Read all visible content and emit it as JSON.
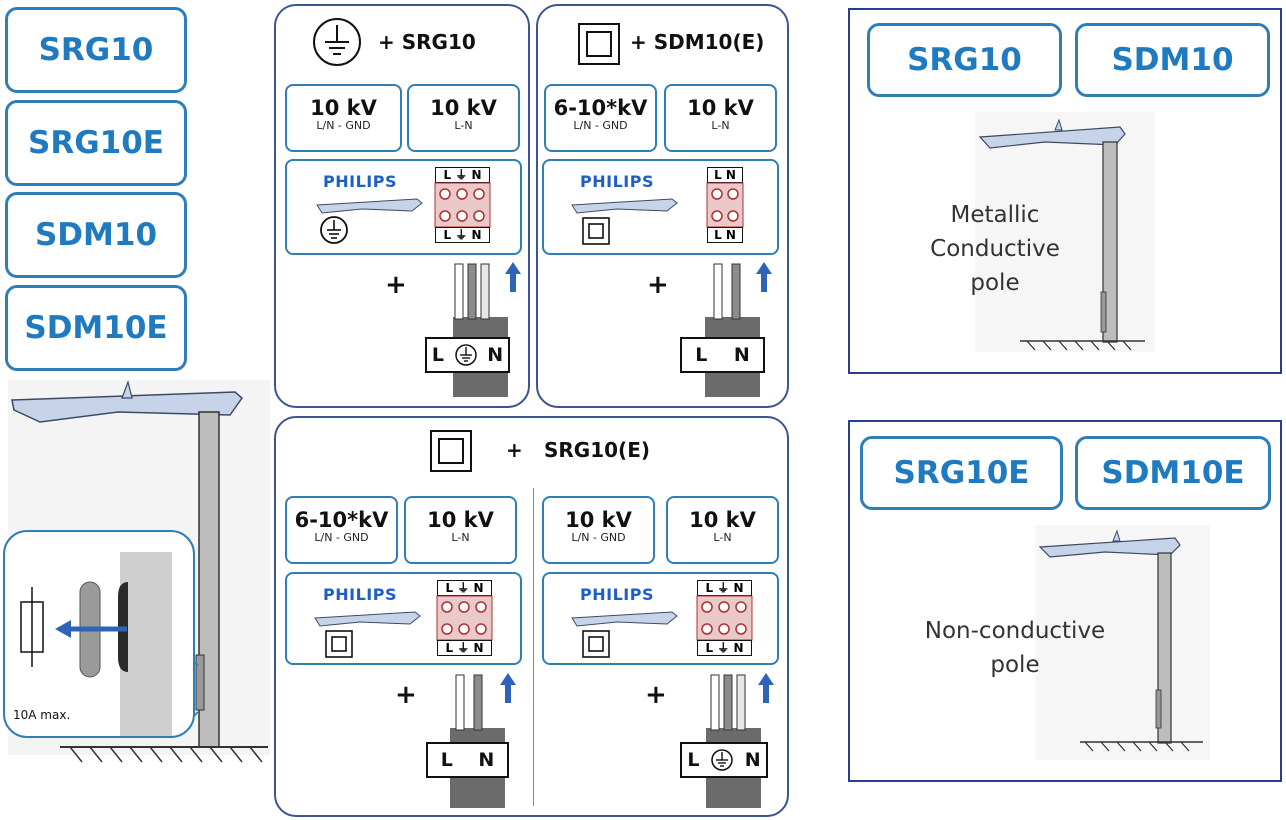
{
  "left_models": [
    "SRG10",
    "SRG10E",
    "SDM10",
    "SDM10E"
  ],
  "fuse_label": "10A max.",
  "panel_a": {
    "title": "+ SRG10",
    "kv1": "10 kV",
    "kv1_sub": "L/N - GND",
    "kv2": "10 kV",
    "kv2_sub": "L-N",
    "brand": "PHILIPS",
    "plus": "+",
    "terminal_top": "L ⏚ N",
    "terminal_bottom": "L ⏚ N",
    "cable": [
      "L",
      "N"
    ]
  },
  "panel_b": {
    "title": "+ SDM10(E)",
    "kv1": "6-10*kV",
    "kv1_sub": "L/N - GND",
    "kv2": "10 kV",
    "kv2_sub": "L-N",
    "brand": "PHILIPS",
    "plus": "+",
    "terminal_top": "L N",
    "terminal_bottom": "L N",
    "cable": [
      "L",
      "N"
    ]
  },
  "panel_c": {
    "title": "SRG10(E)",
    "plus_title": "+",
    "left": {
      "kv1": "6-10*kV",
      "kv1_sub": "L/N - GND",
      "kv2": "10 kV",
      "kv2_sub": "L-N",
      "brand": "PHILIPS",
      "plus": "+",
      "terminal_top": "L ⏚ N",
      "terminal_bottom": "L ⏚ N",
      "cable": [
        "L",
        "N"
      ]
    },
    "right": {
      "kv1": "10 kV",
      "kv1_sub": "L/N - GND",
      "kv2": "10 kV",
      "kv2_sub": "L-N",
      "brand": "PHILIPS",
      "plus": "+",
      "terminal_top": "L ⏚ N",
      "terminal_bottom": "L ⏚ N",
      "cable": [
        "L",
        "N"
      ]
    }
  },
  "right_top": {
    "models": [
      "SRG10",
      "SDM10"
    ],
    "pole_text": [
      "Metallic",
      "Conductive",
      "pole"
    ]
  },
  "right_bottom": {
    "models": [
      "SRG10E",
      "SDM10E"
    ],
    "pole_text": [
      "Non-conductive",
      "pole"
    ]
  },
  "colors": {
    "accent": "#1f7ac0",
    "border": "#2f7fb5",
    "panel": "#3b5590",
    "frame": "#2a3d8f",
    "arrow": "#2e64b8",
    "terminal": "#b03030"
  }
}
